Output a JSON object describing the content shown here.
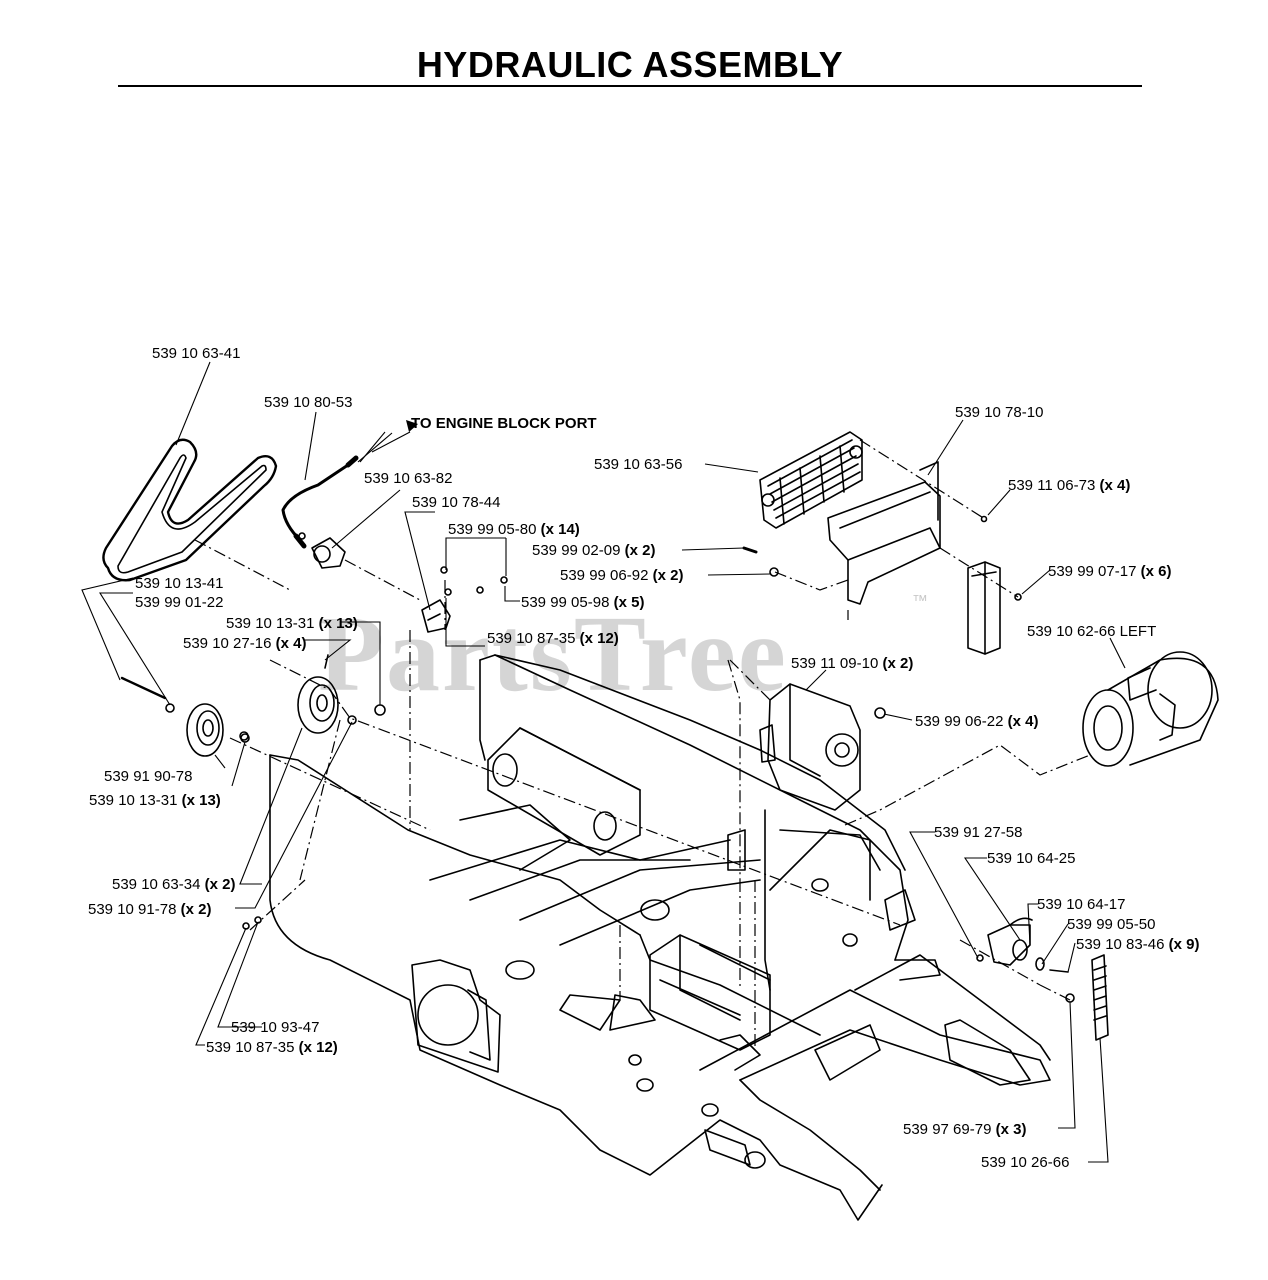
{
  "title": "HYDRAULIC ASSEMBLY",
  "watermark": "PartsTree",
  "watermark_mark": "™",
  "note": "TO ENGINE BLOCK PORT",
  "parts": [
    {
      "id": "p01",
      "number": "539 10 63-41",
      "qty": ""
    },
    {
      "id": "p02",
      "number": "539 10 80-53",
      "qty": ""
    },
    {
      "id": "p03",
      "number": "539 10 63-82",
      "qty": ""
    },
    {
      "id": "p04",
      "number": "539 10 78-44",
      "qty": ""
    },
    {
      "id": "p05",
      "number": "539 99 05-80",
      "qty": "(x 14)"
    },
    {
      "id": "p06",
      "number": "539 99 02-09",
      "qty": "(x 2)"
    },
    {
      "id": "p07",
      "number": "539 99 06-92",
      "qty": "(x 2)"
    },
    {
      "id": "p08",
      "number": "539 99 05-98",
      "qty": "(x 5)"
    },
    {
      "id": "p09",
      "number": "539 10 87-35",
      "qty": "(x 12)"
    },
    {
      "id": "p10",
      "number": "539 10 63-56",
      "qty": ""
    },
    {
      "id": "p11",
      "number": "539 10 78-10",
      "qty": ""
    },
    {
      "id": "p12",
      "number": "539 11 06-73",
      "qty": "(x 4)"
    },
    {
      "id": "p13",
      "number": "539 99 07-17",
      "qty": "(x 6)"
    },
    {
      "id": "p14",
      "number": "539 10 62-66 LEFT",
      "qty": ""
    },
    {
      "id": "p15",
      "number": "539 11 09-10",
      "qty": "(x 2)"
    },
    {
      "id": "p16",
      "number": "539 99 06-22",
      "qty": "(x 4)"
    },
    {
      "id": "p17",
      "number": "539 10 13-41",
      "qty": ""
    },
    {
      "id": "p18",
      "number": "539 99 01-22",
      "qty": ""
    },
    {
      "id": "p19",
      "number": "539 10 13-31",
      "qty": "(x 13)"
    },
    {
      "id": "p20",
      "number": "539 10 27-16",
      "qty": "(x 4)"
    },
    {
      "id": "p21",
      "number": "539 91 90-78",
      "qty": ""
    },
    {
      "id": "p22",
      "number": "539 10 13-31",
      "qty": "(x 13)"
    },
    {
      "id": "p23",
      "number": "539 10 63-34",
      "qty": "(x 2)"
    },
    {
      "id": "p24",
      "number": "539 10 91-78",
      "qty": "(x 2)"
    },
    {
      "id": "p25",
      "number": "539 10 93-47",
      "qty": ""
    },
    {
      "id": "p26",
      "number": "539 10 87-35",
      "qty": "(x 12)"
    },
    {
      "id": "p27",
      "number": "539 91 27-58",
      "qty": ""
    },
    {
      "id": "p28",
      "number": "539 10 64-25",
      "qty": ""
    },
    {
      "id": "p29",
      "number": "539 10 64-17",
      "qty": ""
    },
    {
      "id": "p30",
      "number": "539 99 05-50",
      "qty": ""
    },
    {
      "id": "p31",
      "number": "539 10 83-46",
      "qty": "(x 9)"
    },
    {
      "id": "p32",
      "number": "539 97 69-79",
      "qty": "(x 3)"
    },
    {
      "id": "p33",
      "number": "539 10 26-66",
      "qty": ""
    }
  ]
}
